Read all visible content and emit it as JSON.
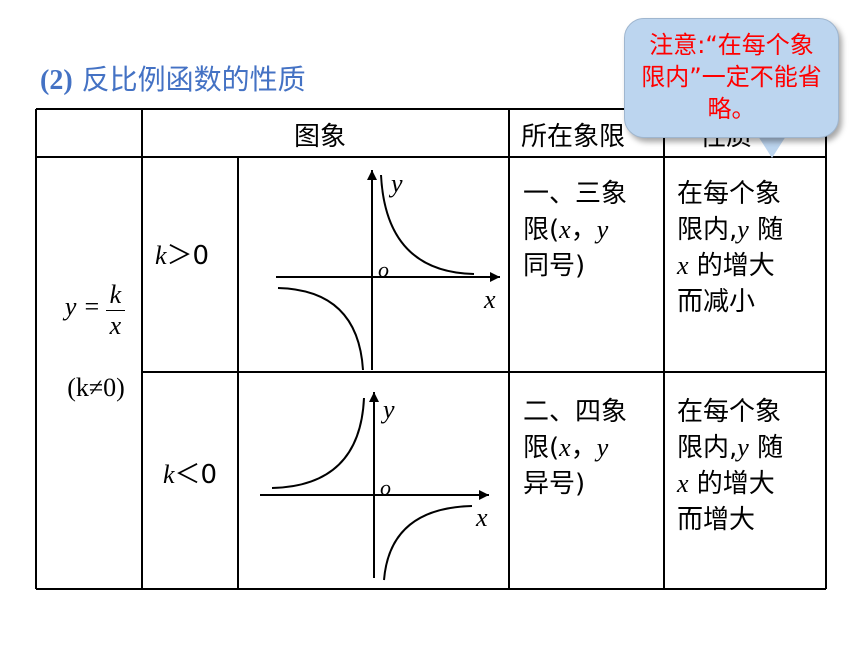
{
  "heading": {
    "number": "(2)",
    "text": "反比例函数的性质"
  },
  "table": {
    "headers": {
      "graph": "图象",
      "quadrant": "所在象限",
      "property": "性质"
    },
    "formula": {
      "lhs": "y =",
      "numerator": "k",
      "denominator": "x",
      "condition": "(k≠0)"
    },
    "rows": [
      {
        "k_condition_var": "k",
        "k_condition_op": "＞0",
        "graph": {
          "y_label": "y",
          "x_label": "x",
          "origin_label": "o"
        },
        "quadrant": {
          "line1": "一、三象",
          "line2_a": "限(",
          "var_x": "x",
          "sep": "，",
          "var_y": "y",
          "line3": "同号)"
        },
        "property": {
          "line1": "在每个象",
          "line2_a": "限内,",
          "var_y": "y",
          "line2_b": " 随",
          "var_x": "x",
          "line3_b": " 的增大",
          "line4": "而减小"
        }
      },
      {
        "k_condition_var": "k",
        "k_condition_op": "＜0",
        "graph": {
          "y_label": "y",
          "x_label": "x",
          "origin_label": "o"
        },
        "quadrant": {
          "line1": "二、四象",
          "line2_a": "限(",
          "var_x": "x",
          "sep": "，",
          "var_y": "y",
          "line3": "异号)"
        },
        "property": {
          "line1": "在每个象",
          "line2_a": "限内,",
          "var_y": "y",
          "line2_b": " 随",
          "var_x": "x",
          "line3_b": " 的增大",
          "line4": "而增大"
        }
      }
    ]
  },
  "note": {
    "text": "注意:“在每个象限内”一定不能省略。"
  },
  "colors": {
    "heading": "#4472c4",
    "note_text": "#ff0000",
    "note_bg": "#bcd5ef"
  }
}
